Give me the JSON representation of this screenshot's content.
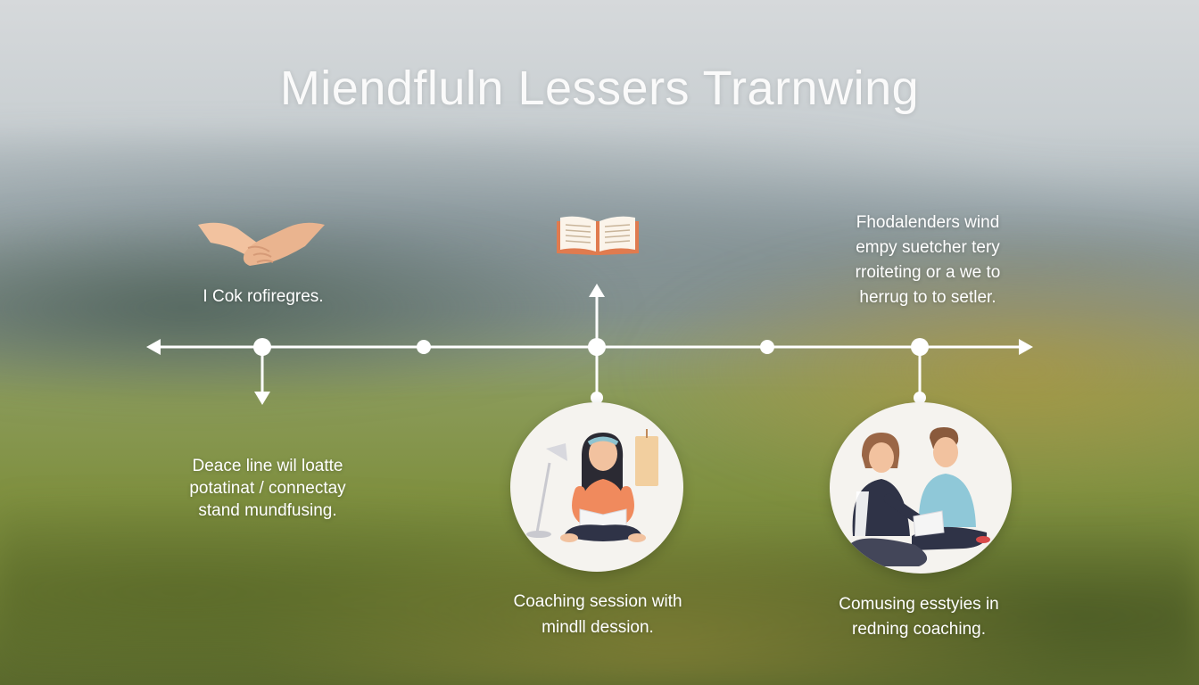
{
  "title": "Miendfluln Lessers Trarnwing",
  "colors": {
    "line": "#ffffff",
    "skin": "#f2c29f",
    "orange_top": "#f08a5d",
    "denim": "#8fc8d8",
    "navy": "#2f3347",
    "book_cover": "#e07b4f"
  },
  "icons": {
    "top_left": "handshake-icon",
    "top_center": "open-book-icon"
  },
  "labels": {
    "top_left": "I Cok rofiregres.",
    "top_right": [
      "Fhodalenders wind",
      "empy suetcher tery",
      "rroiteting or a we to",
      "herrug to to setler."
    ],
    "bottom_left": [
      "Deace line wil loatte",
      "potatinat / connectay",
      "stand mundfusing."
    ],
    "bottom_center": [
      "Coaching session with",
      "mindll dession."
    ],
    "bottom_right": [
      "Comusing esstyies in",
      "redning coaching."
    ]
  }
}
